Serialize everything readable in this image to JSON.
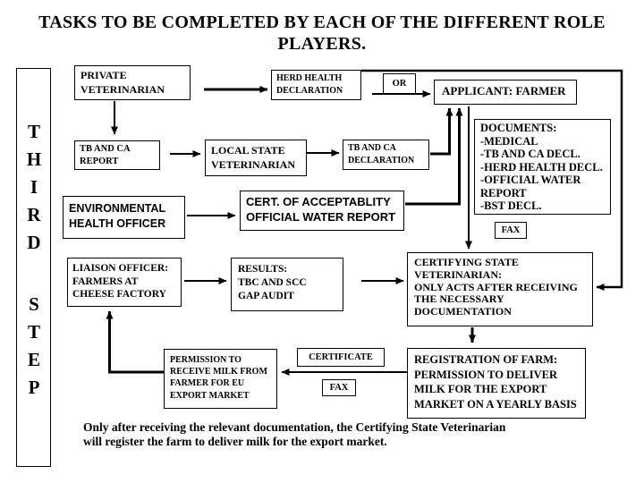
{
  "slide": {
    "title_line1": "TASKS TO BE COMPLETED BY EACH OF THE DIFFERENT ROLE",
    "title_line2": "PLAYERS.",
    "footnote_line1": "Only after receiving the relevant documentation, the Certifying State Veterinarian",
    "footnote_line2": "will register the farm to deliver milk for the export market."
  },
  "step_banner": {
    "word_top": "THIRD",
    "word_bottom": "STEP"
  },
  "boxes": {
    "private_veterinarian": {
      "lines": [
        "PRIVATE",
        "VETERINARIAN"
      ]
    },
    "herd_health_declaration": {
      "lines": [
        "HERD HEALTH",
        "DECLARATION"
      ]
    },
    "or_connector": {
      "lines": [
        "OR"
      ]
    },
    "applicant_farmer": {
      "lines": [
        "APPLICANT: FARMER"
      ]
    },
    "tb_ca_report": {
      "lines": [
        "TB AND CA",
        "REPORT"
      ]
    },
    "local_state_veterinarian": {
      "lines": [
        "LOCAL STATE",
        "VETERINARIAN"
      ]
    },
    "tb_ca_declaration": {
      "lines": [
        "TB AND CA",
        "DECLARATION"
      ]
    },
    "documents": {
      "lines": [
        "DOCUMENTS:",
        "-MEDICAL",
        "-TB AND CA DECL.",
        "-HERD HEALTH DECL.",
        "-OFFICIAL WATER",
        "REPORT",
        "-BST DECL."
      ]
    },
    "fax_top": {
      "lines": [
        "FAX"
      ]
    },
    "environmental_health_officer": {
      "lines": [
        "ENVIRONMENTAL",
        "HEALTH OFFICER"
      ]
    },
    "cert_of_acceptability": {
      "lines": [
        "CERT. OF ACCEPTABLITY",
        "OFFICIAL WATER REPORT"
      ]
    },
    "liaison_officer": {
      "lines": [
        "LIAISON OFFICER:",
        "FARMERS AT",
        "CHEESE FACTORY"
      ]
    },
    "results": {
      "lines": [
        "RESULTS:",
        "TBC AND SCC",
        "GAP AUDIT"
      ]
    },
    "certifying_state_veterinarian": {
      "lines": [
        "CERTIFYING STATE",
        "VETERINARIAN:",
        "ONLY ACTS AFTER RECEIVING",
        "THE NECESSARY",
        "DOCUMENTATION"
      ]
    },
    "permission_receive_milk": {
      "lines": [
        "PERMISSION TO",
        "RECEIVE MILK FROM",
        "FARMER FOR  EU",
        "EXPORT MARKET"
      ]
    },
    "certificate": {
      "lines": [
        "CERTIFICATE"
      ]
    },
    "fax_bottom": {
      "lines": [
        "FAX"
      ]
    },
    "registration_of_farm": {
      "lines": [
        "REGISTRATION OF FARM:",
        "PERMISSION TO DELIVER",
        "MILK FOR THE EXPORT",
        "MARKET ON A YEARLY BASIS"
      ]
    }
  },
  "colors": {
    "background": "#ffffff",
    "border": "#000000",
    "text": "#000000",
    "arrow": "#000000"
  }
}
